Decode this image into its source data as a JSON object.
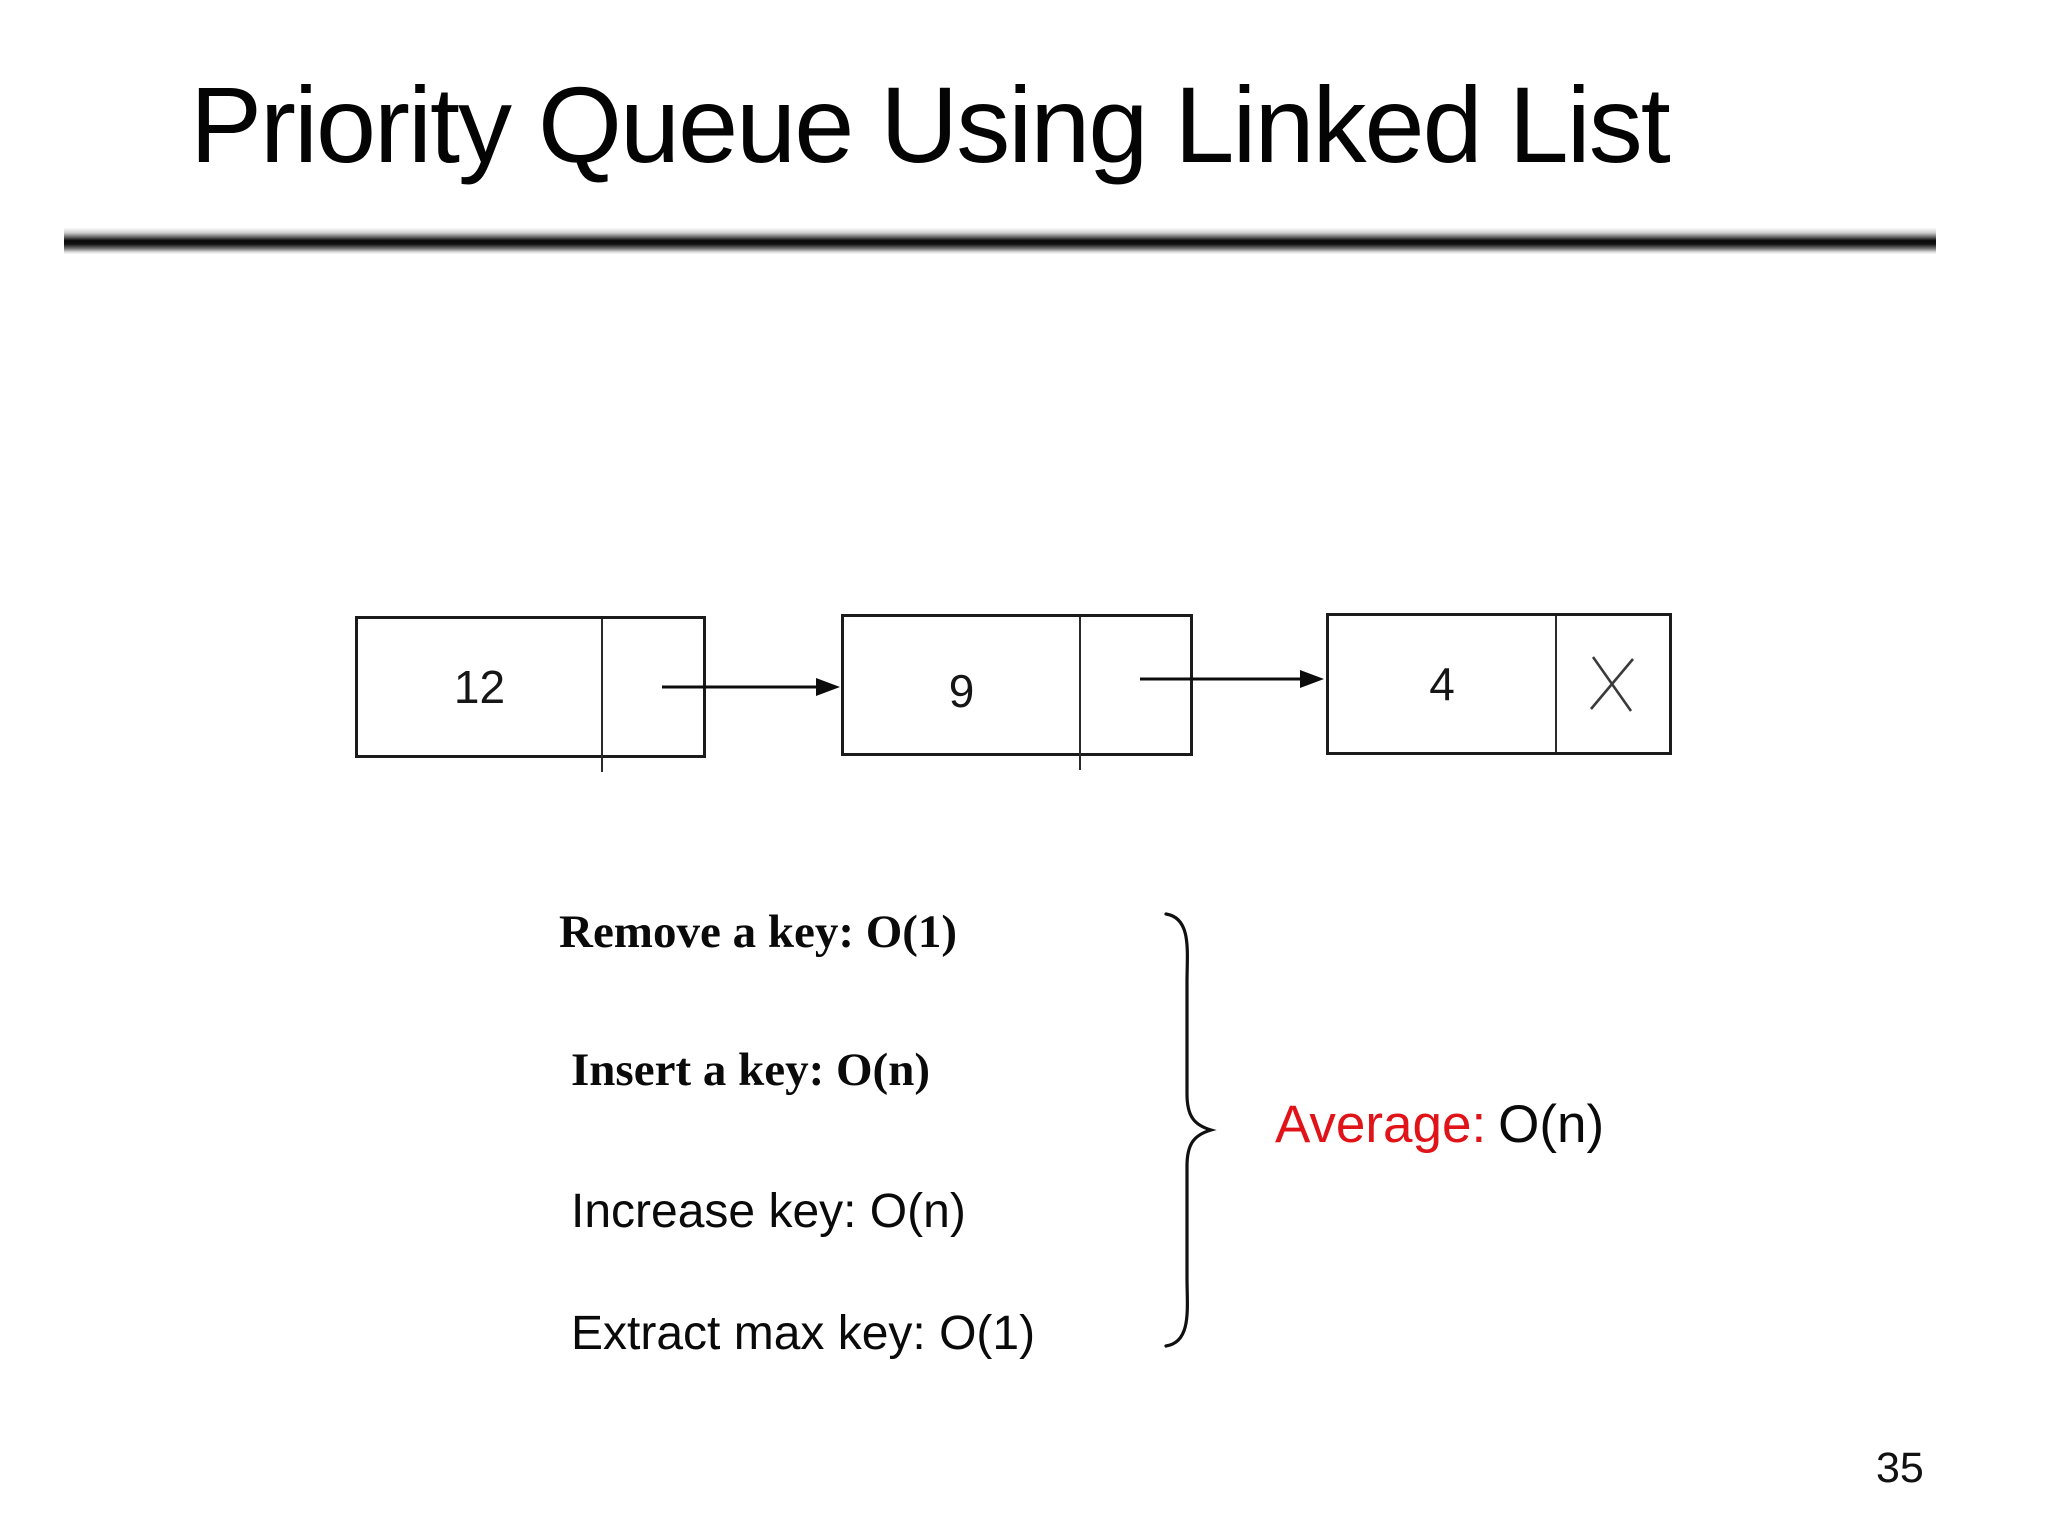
{
  "slide": {
    "title": "Priority Queue Using Linked List",
    "page_number": "35",
    "background_color": "#ffffff",
    "text_color": "#000000",
    "accent_red": "#e01319"
  },
  "linked_list": {
    "nodes": [
      {
        "value": "12",
        "next": "arrow"
      },
      {
        "value": "9",
        "next": "arrow"
      },
      {
        "value": "4",
        "next": "null"
      }
    ],
    "null_marker": "x-cross"
  },
  "operations": {
    "items": [
      {
        "label": "Remove a key: O(1)"
      },
      {
        "label": "Insert a key: O(n)"
      },
      {
        "label": "Increase key: O(n)"
      },
      {
        "label": "Extract max key: O(1)"
      }
    ]
  },
  "summary": {
    "label": "Average:",
    "value": "O(n)"
  }
}
